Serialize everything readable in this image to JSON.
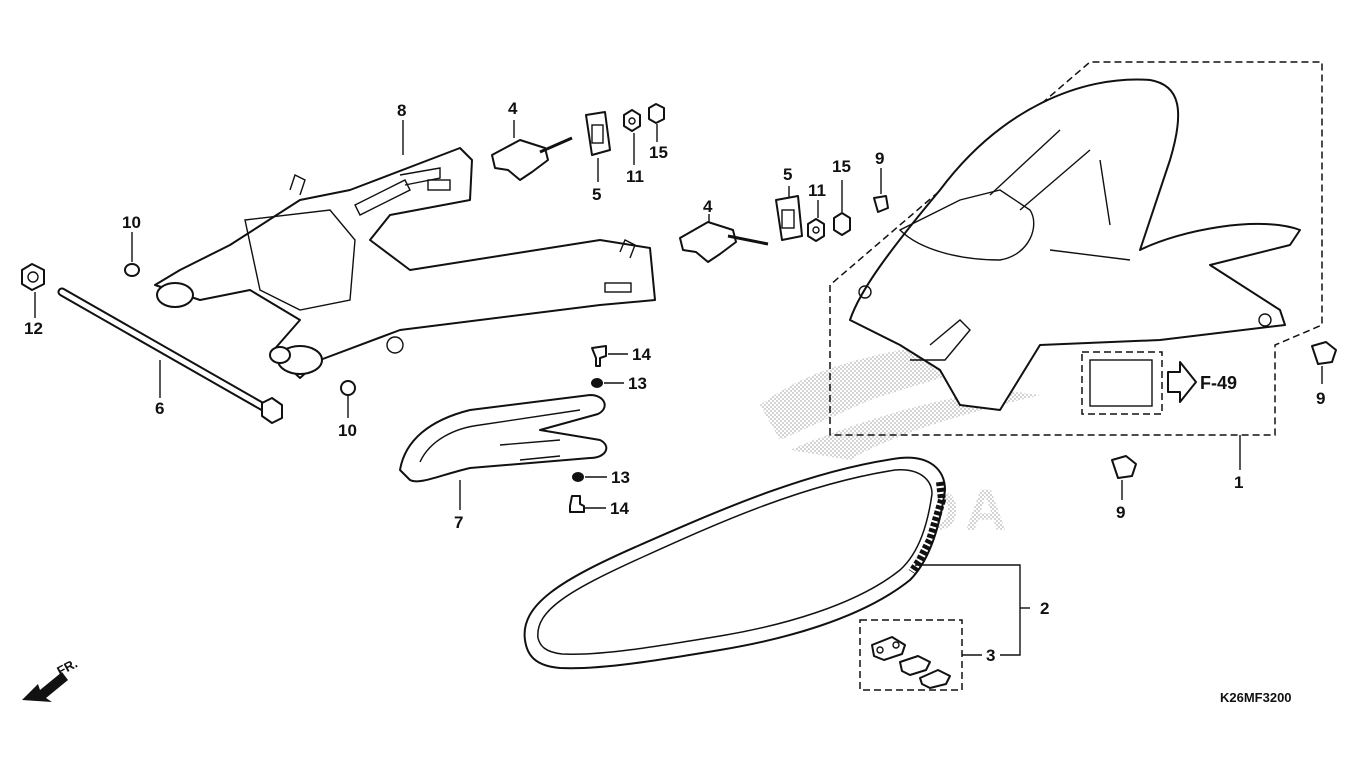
{
  "diagram": {
    "code": "K26MF3200",
    "direction_label": "FR.",
    "reference_label": "F-49",
    "watermark_text": "HONDA",
    "callouts": {
      "c1": "1",
      "c2": "2",
      "c3": "3",
      "c4a": "4",
      "c4b": "4",
      "c5a": "5",
      "c5b": "5",
      "c6": "6",
      "c7": "7",
      "c8": "8",
      "c9a": "9",
      "c9b": "9",
      "c9c": "9",
      "c10a": "10",
      "c10b": "10",
      "c11a": "11",
      "c11b": "11",
      "c12": "12",
      "c13a": "13",
      "c13b": "13",
      "c14a": "14",
      "c14b": "14",
      "c15a": "15",
      "c15b": "15"
    }
  }
}
